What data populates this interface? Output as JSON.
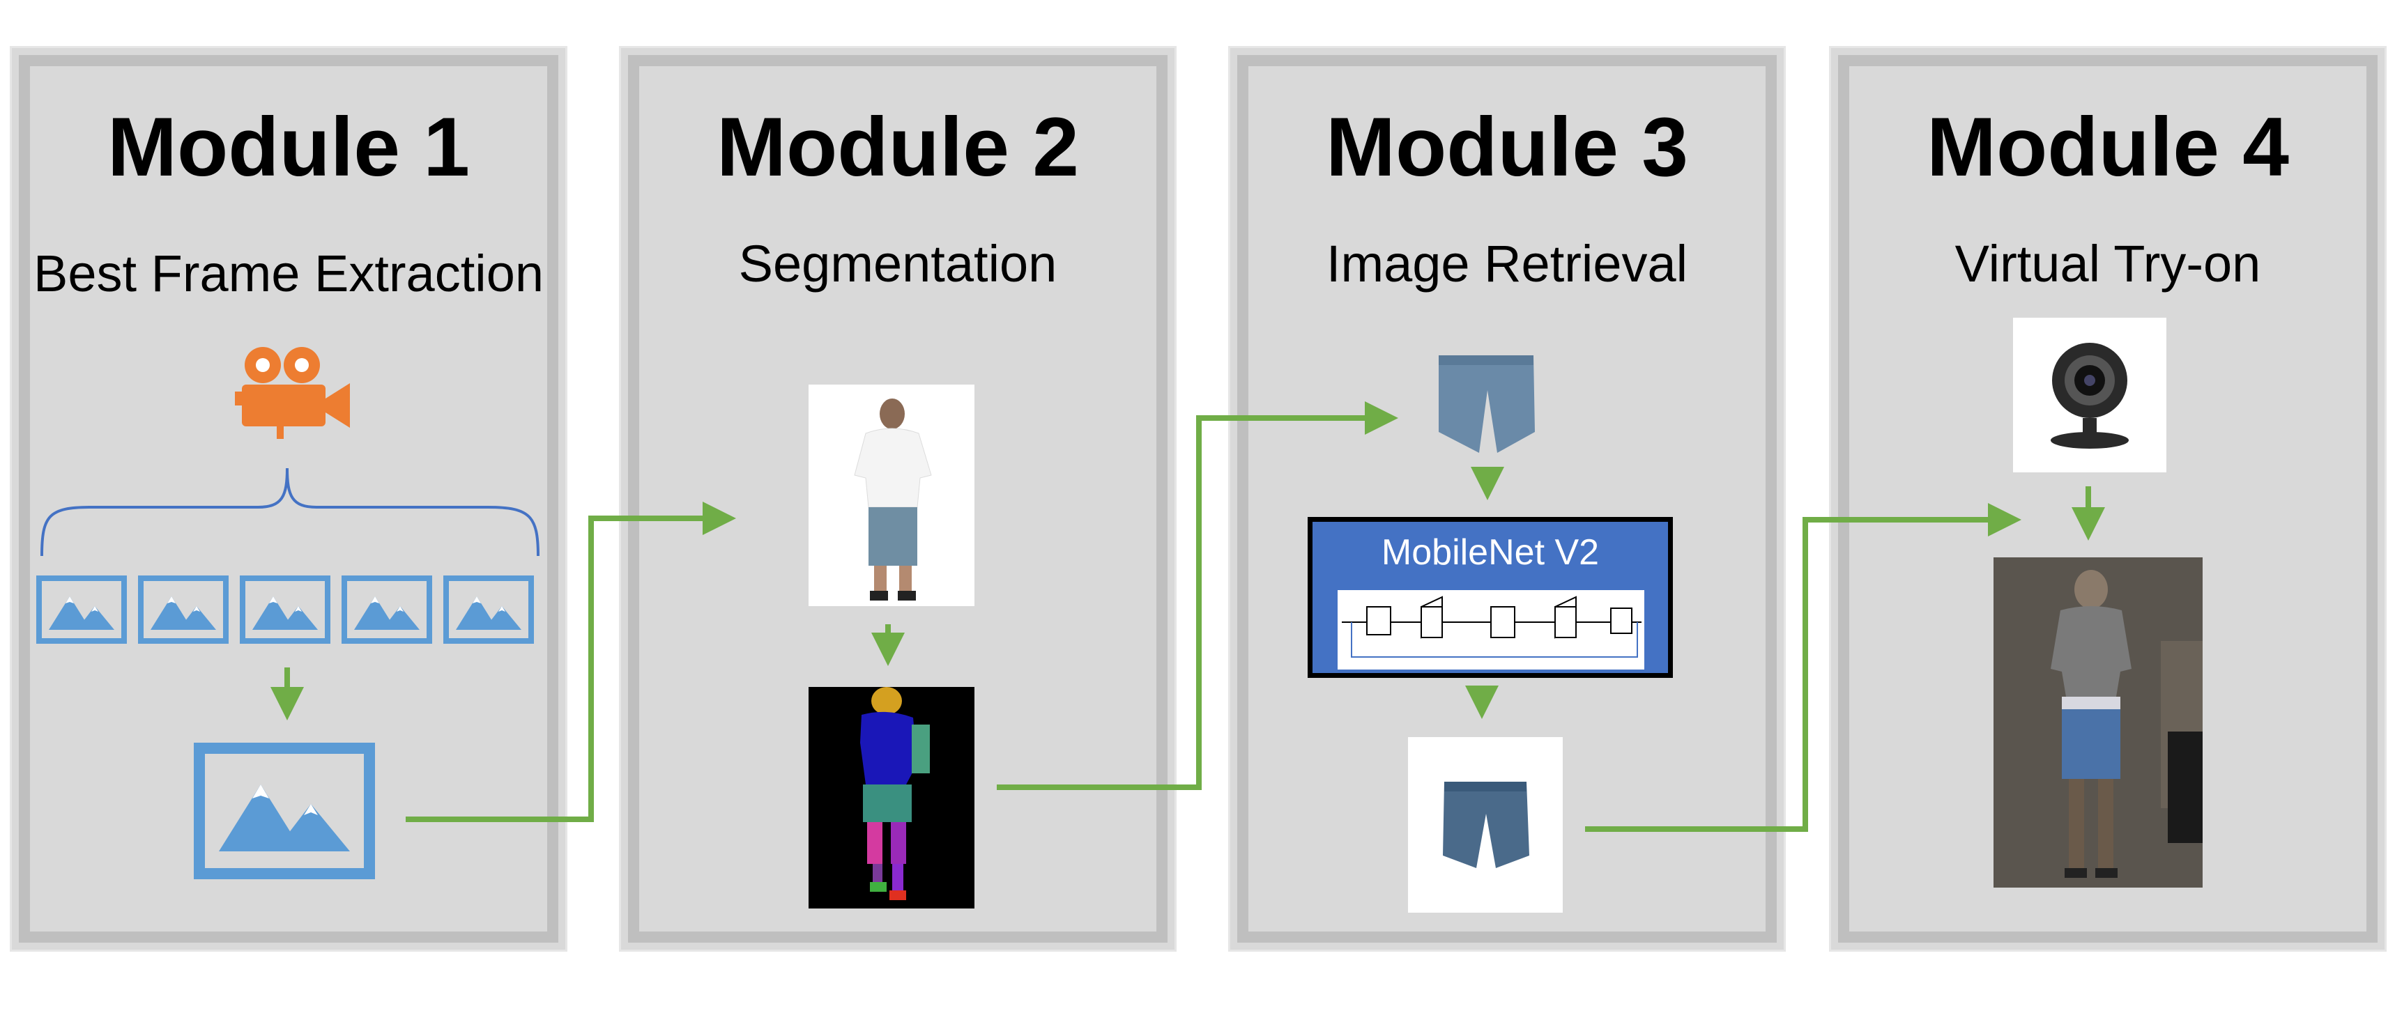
{
  "modules": [
    {
      "title": "Module 1",
      "subtitle": "Best Frame Extraction"
    },
    {
      "title": "Module 2",
      "subtitle": "Segmentation"
    },
    {
      "title": "Module 3",
      "subtitle": "Image Retrieval"
    },
    {
      "title": "Module 4",
      "subtitle": "Virtual Try-on"
    }
  ],
  "network": {
    "label": "MobileNet V2"
  },
  "icons": {
    "camera": "video-camera-icon",
    "frame": "image-icon",
    "webcam": "webcam-icon"
  },
  "colors": {
    "arrow": "#70ad47",
    "icon_blue": "#5b9bd5",
    "camera_orange": "#ed7d31",
    "network_blue": "#4472c4",
    "panel_bg": "#d9d9d9"
  }
}
